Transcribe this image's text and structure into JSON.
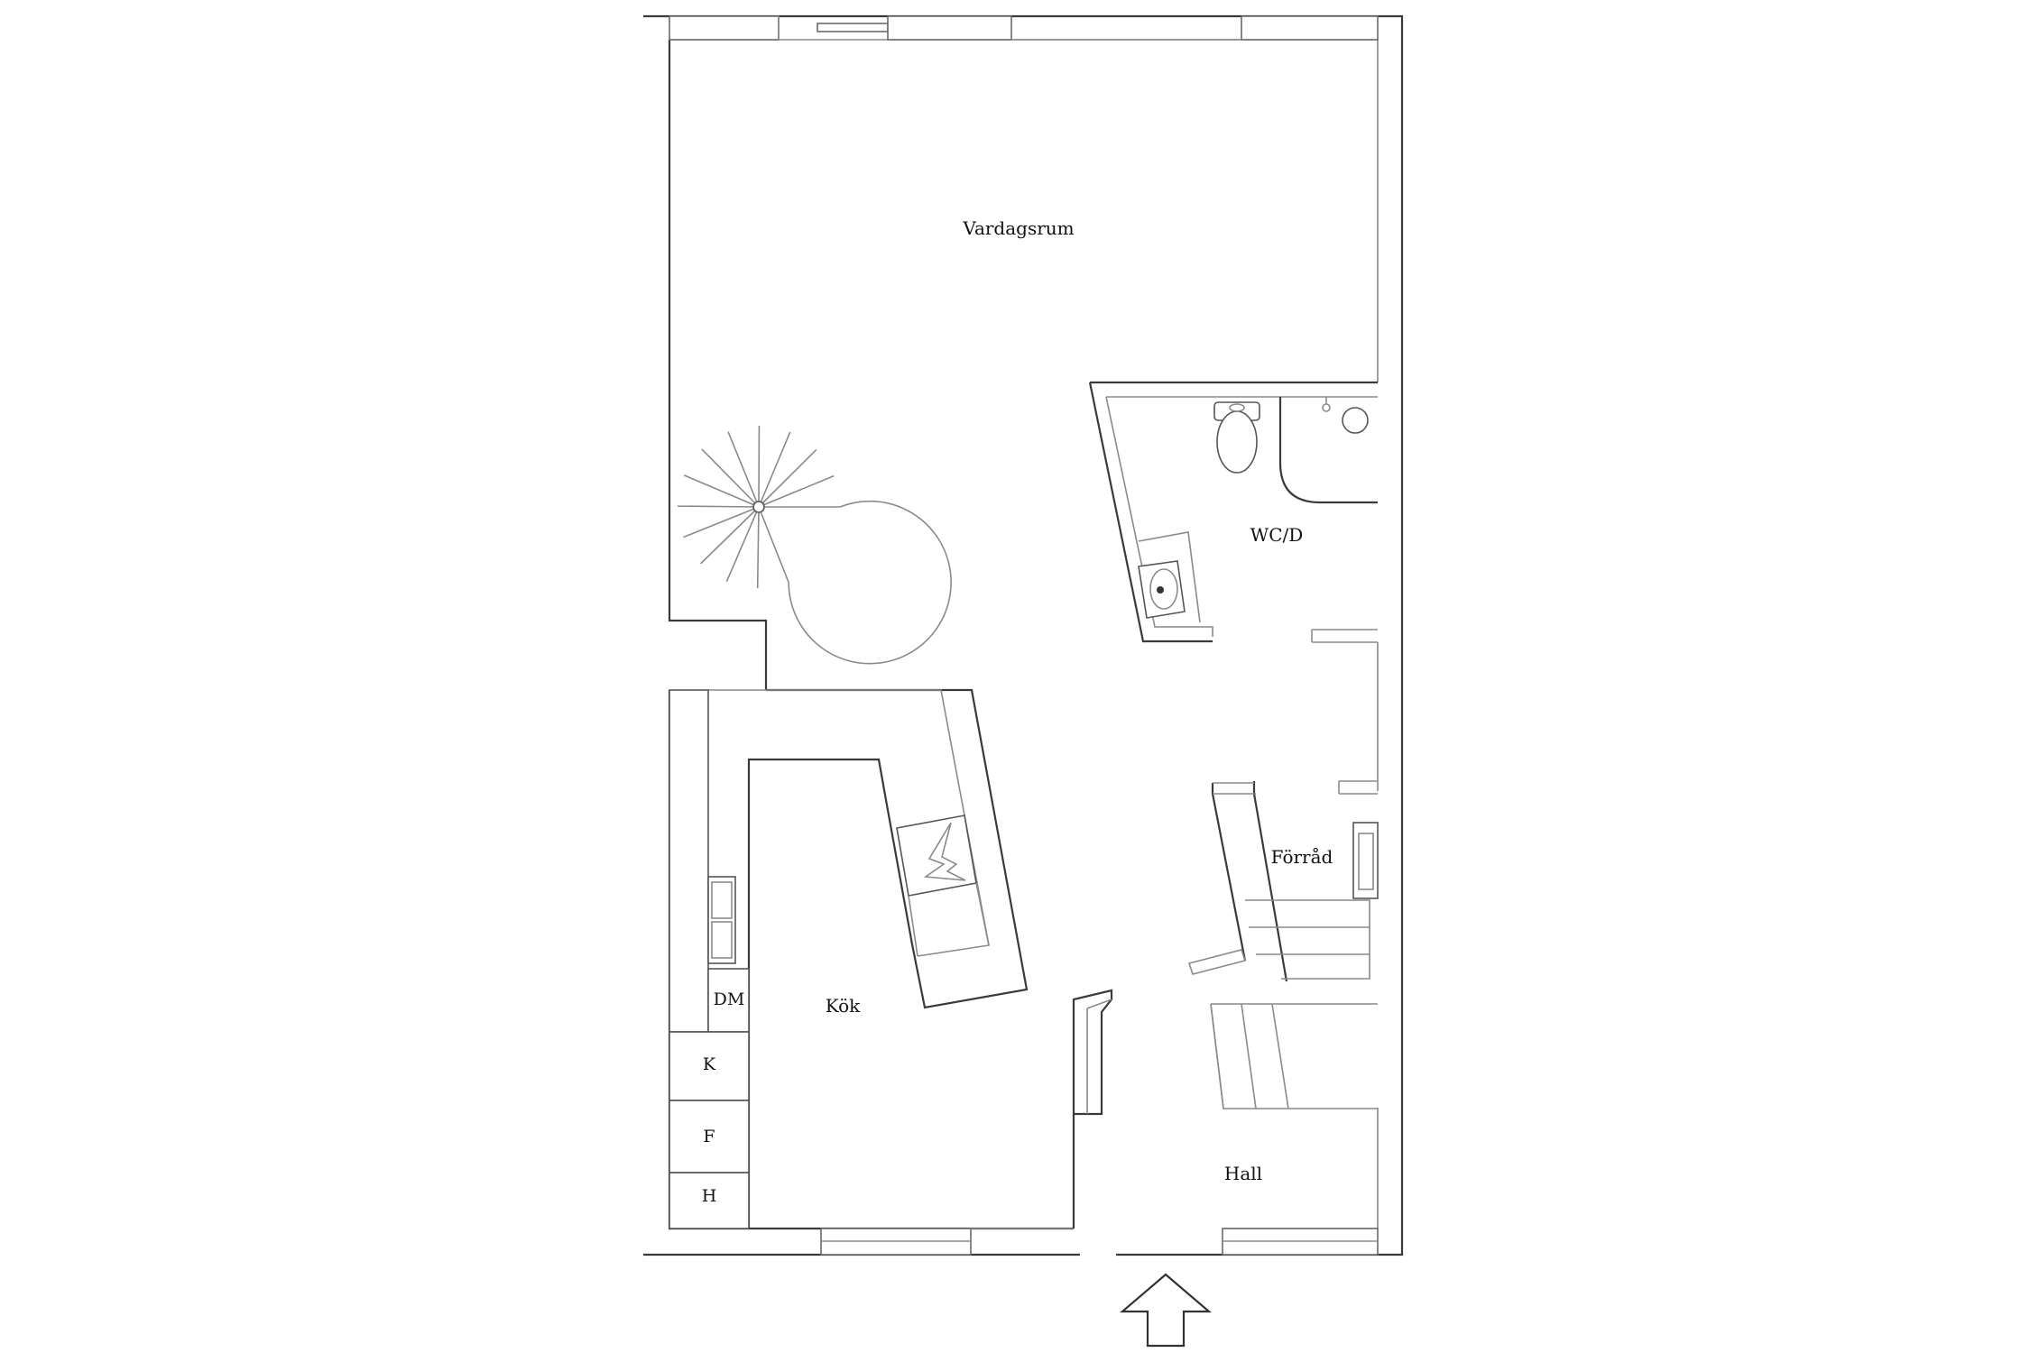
{
  "rooms": {
    "vardagsrum": "Vardagsrum",
    "wcd": "WC/D",
    "forrad": "Förråd",
    "kok": "Kök",
    "hall": "Hall"
  },
  "appliances": {
    "dm": "DM",
    "k": "K",
    "f": "F",
    "h": "H"
  },
  "icons": {
    "entrance": "entrance-arrow-icon",
    "stair": "spiral-stair-icon",
    "stove": "stove-icon",
    "sink": "sink-icon",
    "toilet": "toilet-icon",
    "shower": "shower-icon"
  },
  "colors": {
    "wall": "#3a3a3a",
    "background": "#ffffff"
  }
}
